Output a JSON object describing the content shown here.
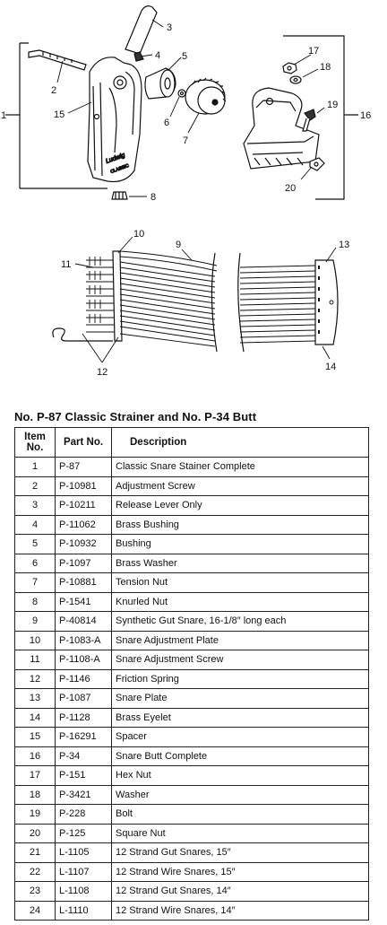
{
  "callouts": {
    "n1": "1",
    "n2": "2",
    "n3": "3",
    "n4": "4",
    "n5": "5",
    "n6": "6",
    "n7": "7",
    "n8": "8",
    "n9": "9",
    "n10": "10",
    "n11": "11",
    "n12": "12",
    "n13": "13",
    "n14": "14",
    "n15": "15",
    "n16": "16",
    "n17": "17",
    "n18": "18",
    "n19": "19",
    "n20": "20"
  },
  "strainer_brand": "Ludwig",
  "strainer_model": "CLASSIC",
  "title": "No. P-87 Classic Strainer and No. P-34 Butt",
  "table": {
    "headers": {
      "item": "Item No.",
      "part": "Part No.",
      "description": "Description"
    },
    "rows": [
      {
        "item": "1",
        "part": "P-87",
        "description": "Classic Snare Stainer Complete"
      },
      {
        "item": "2",
        "part": "P-10981",
        "description": "Adjustment Screw"
      },
      {
        "item": "3",
        "part": "P-10211",
        "description": "Release Lever Only"
      },
      {
        "item": "4",
        "part": "P-11062",
        "description": "Brass Bushing"
      },
      {
        "item": "5",
        "part": "P-10932",
        "description": "Bushing"
      },
      {
        "item": "6",
        "part": "P-1097",
        "description": "Brass Washer"
      },
      {
        "item": "7",
        "part": "P-10881",
        "description": "Tension Nut"
      },
      {
        "item": "8",
        "part": "P-1541",
        "description": "Knurled Nut"
      },
      {
        "item": "9",
        "part": "P-40814",
        "description": "Synthetic Gut Snare, 16-1/8″ long each"
      },
      {
        "item": "10",
        "part": "P-1083-A",
        "description": "Snare Adjustment Plate"
      },
      {
        "item": "11",
        "part": "P-1108-A",
        "description": "Snare Adjustment Screw"
      },
      {
        "item": "12",
        "part": "P-1146",
        "description": "Friction Spring"
      },
      {
        "item": "13",
        "part": "P-1087",
        "description": "Snare Plate"
      },
      {
        "item": "14",
        "part": "P-1128",
        "description": "Brass Eyelet"
      },
      {
        "item": "15",
        "part": "P-16291",
        "description": "Spacer"
      },
      {
        "item": "16",
        "part": "P-34",
        "description": "Snare Butt Complete"
      },
      {
        "item": "17",
        "part": "P-151",
        "description": "Hex Nut"
      },
      {
        "item": "18",
        "part": "P-3421",
        "description": "Washer"
      },
      {
        "item": "19",
        "part": "P-228",
        "description": "Bolt"
      },
      {
        "item": "20",
        "part": "P-125",
        "description": "Square Nut"
      },
      {
        "item": "21",
        "part": "L-1105",
        "description": "12 Strand Gut Snares, 15″"
      },
      {
        "item": "22",
        "part": "L-1107",
        "description": "12 Strand Wire Snares, 15″"
      },
      {
        "item": "23",
        "part": "L-1108",
        "description": "12 Strand Gut Snares, 14″"
      },
      {
        "item": "24",
        "part": "L-1110",
        "description": "12 Strand Wire Snares, 14″"
      }
    ]
  }
}
